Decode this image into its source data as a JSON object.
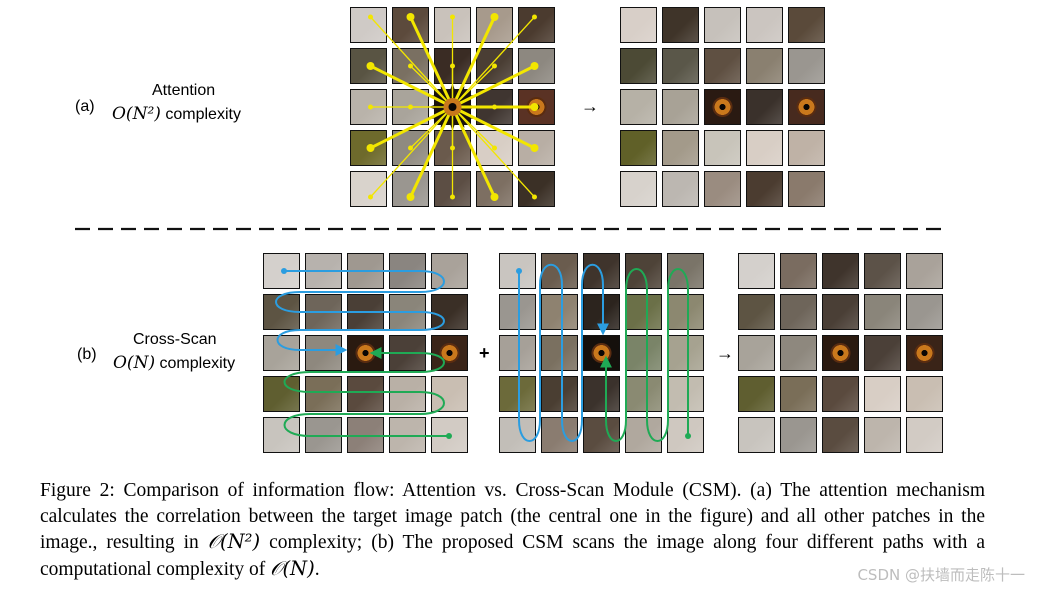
{
  "panel_a": {
    "tag": "(a)",
    "title": "Attention",
    "complexity_math": "O(N²)",
    "complexity_word": "complexity",
    "arrow": "→"
  },
  "divider": "dashed",
  "panel_b": {
    "tag": "(b)",
    "title": "Cross-Scan",
    "complexity_math": "O(N)",
    "complexity_word": "complexity",
    "plus": "+",
    "arrow": "→"
  },
  "colors": {
    "attention_lines": "#f2e600",
    "scan_blue": "#2b9de0",
    "scan_green": "#1faa55"
  },
  "caption": {
    "part1": "Figure 2: Comparison of information flow: Attention vs. Cross-Scan Module (CSM). (a) The attention mechanism calculates the correlation between the target image patch (the central one in the figure) and all other patches in the image., resulting in ",
    "math1": "𝒪(N²)",
    "part2": " complexity; (b) The proposed CSM scans the image along four different paths with a computational complexity of ",
    "math2": "𝒪(N)",
    "part3": "."
  },
  "watermark": "CSDN @扶墙而走陈十一"
}
